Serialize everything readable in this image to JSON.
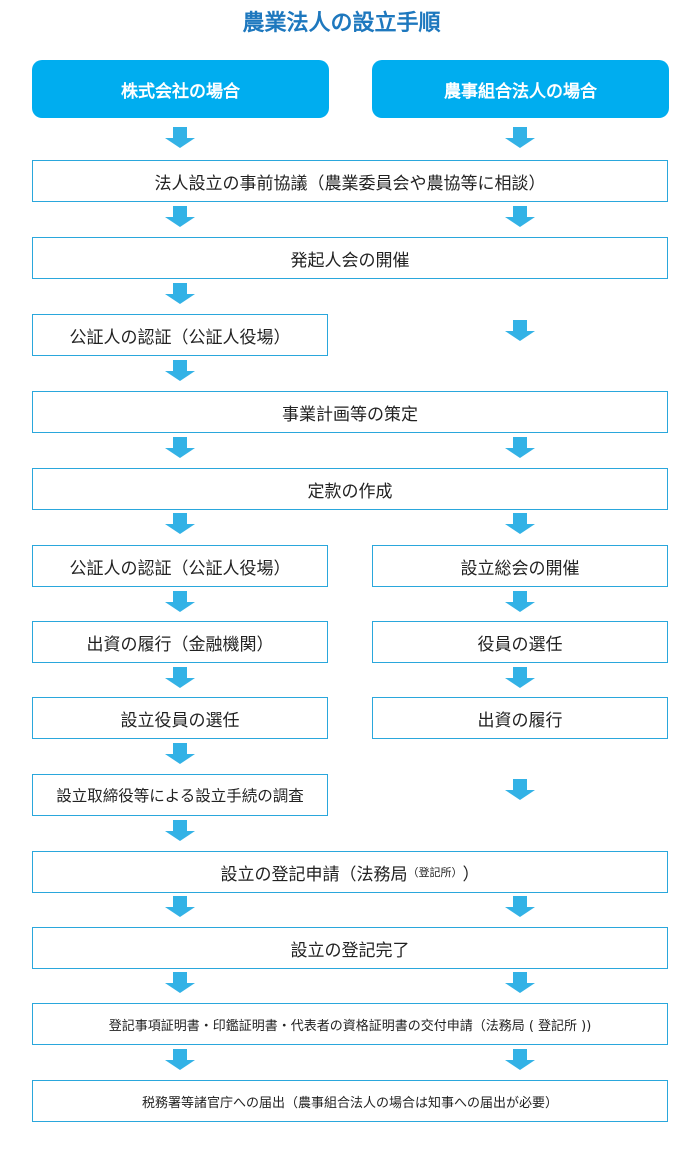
{
  "colors": {
    "accent": "#00adef",
    "title": "#1e78be",
    "border": "#2aa7dc",
    "arrow": "#33b2e6"
  },
  "title": "農業法人の設立手順",
  "headers": {
    "left": "株式会社の場合",
    "right": "農事組合法人の場合"
  },
  "steps": {
    "s1": "法人設立の事前協議（農業委員会や農協等に相談）",
    "s2": "発起人会の開催",
    "s3": "公証人の認証（公証人役場）",
    "s4": "事業計画等の策定",
    "s5": "定款の作成",
    "s6_left": "公証人の認証（公証人役場）",
    "s6_right": "設立総会の開催",
    "s7_left": "出資の履行（金融機関）",
    "s7_right": "役員の選任",
    "s8_left": "設立役員の選任",
    "s8_right": "出資の履行",
    "s9": "設立取締役等による設立手続の調査",
    "s10_main": "設立の登記申請（法務局",
    "s10_sub": "（登記所）",
    "s10_end": "）",
    "s11": "設立の登記完了",
    "s12": "登記事項証明書・印鑑証明書・代表者の資格証明書の交付申請（法務局 ( 登記所 ))",
    "s13": "税務署等諸官庁への届出（農事組合法人の場合は知事への届出が必要）"
  }
}
